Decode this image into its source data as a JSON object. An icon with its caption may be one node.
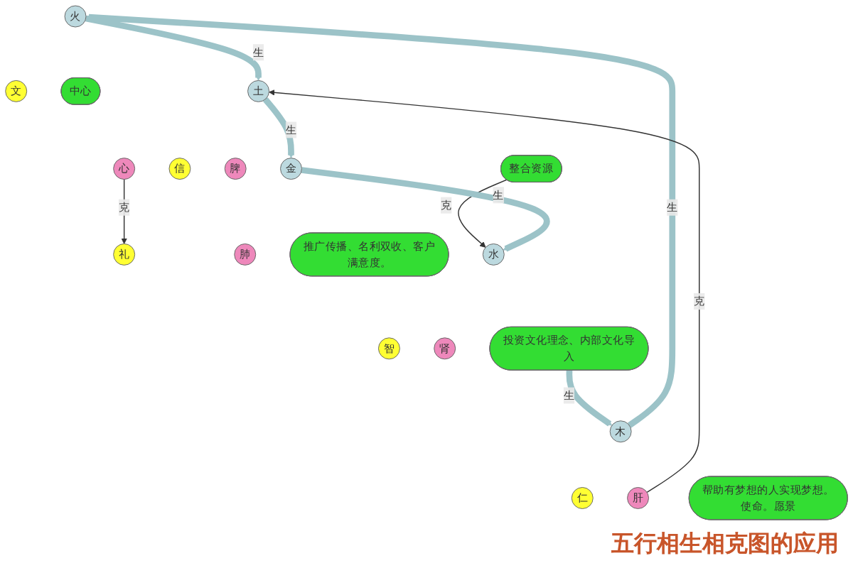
{
  "diagram": {
    "caption": "五行相生相克图的应用",
    "nodes": [
      {
        "text": [
          "火"
        ]
      },
      {
        "text": [
          "文"
        ]
      },
      {
        "text": [
          "中心"
        ]
      },
      {
        "text": [
          "心"
        ]
      },
      {
        "text": [
          "木"
        ]
      },
      {
        "text": [
          "仁"
        ]
      },
      {
        "text": [
          "肝"
        ]
      },
      {
        "text": [
          "帮助有梦想的人实现梦想。使命。愿景"
        ]
      },
      {
        "text": [
          "土"
        ]
      },
      {
        "text": [
          "信"
        ]
      },
      {
        "text": [
          "脾"
        ]
      },
      {
        "text": [
          "整合资源"
        ]
      },
      {
        "text": [
          "金"
        ]
      },
      {
        "text": [
          "礼"
        ]
      },
      {
        "text": [
          "肺"
        ]
      },
      {
        "text": [
          "推广传播、名利双收、客户满意度。"
        ]
      },
      {
        "text": [
          "水"
        ]
      },
      {
        "text": [
          "智"
        ]
      },
      {
        "text": [
          "肾"
        ]
      },
      {
        "text": [
          "投资文化理念、内部文化导入"
        ]
      }
    ],
    "edges": [
      {
        "from": 4,
        "to": 0,
        "arrow": "to",
        "label": "生"
      },
      {
        "from": 0,
        "to": 8,
        "arrow": "to",
        "label": "生"
      },
      {
        "from": 3,
        "to": 13,
        "arrow": "to",
        "label": "克",
        "color": "#333333"
      },
      {
        "from": 6,
        "to": 8,
        "arrow": "to",
        "label": "克",
        "color": "#333333"
      },
      {
        "from": 8,
        "to": 12,
        "arrow": "to",
        "label": "生"
      },
      {
        "from": 11,
        "to": 16,
        "arrow": "to",
        "label": "克",
        "color": "#333333"
      },
      {
        "from": 12,
        "to": 16,
        "arrow": "to",
        "label": "生"
      },
      {
        "from": 19,
        "to": 4,
        "arrow": "to",
        "label": "生"
      }
    ]
  }
}
